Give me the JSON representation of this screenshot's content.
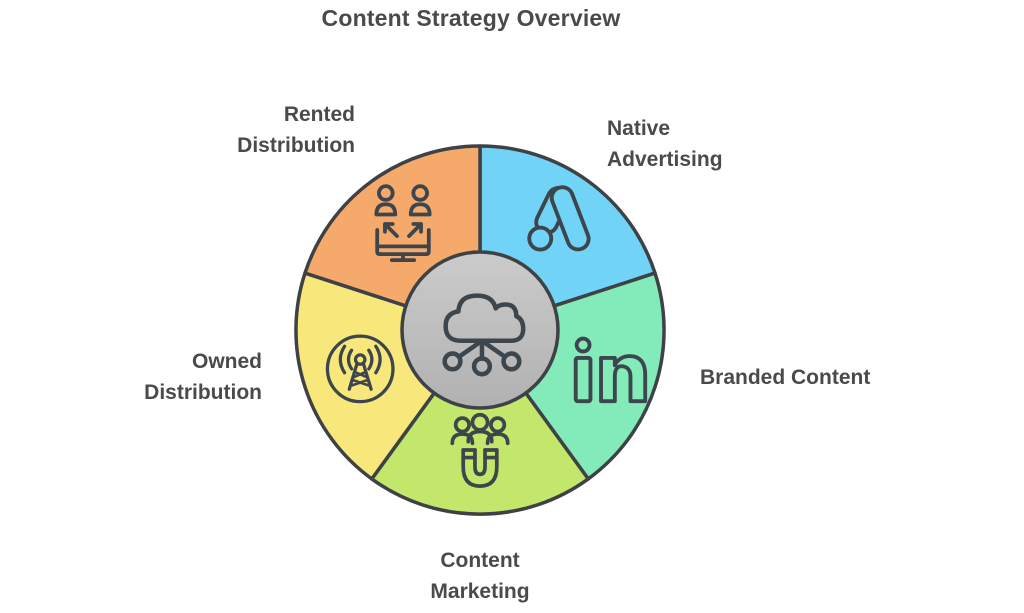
{
  "title": "Content Strategy Overview",
  "background_color": "#ffffff",
  "text_color": "#4a4a4a",
  "outline_color": "#3e4145",
  "icon_stroke_color": "#3d464c",
  "center": {
    "icon": "cloud-network-icon",
    "fill_top": "#cbcbcb",
    "fill_bottom": "#b1b1b1"
  },
  "segments": [
    {
      "label": "Native Advertising",
      "display": "Native\nAdvertising",
      "color": "#71d4f6",
      "icon": "google-ads-icon"
    },
    {
      "label": "Branded Content",
      "display": "Branded Content",
      "color": "#83eaba",
      "icon": "linkedin-icon"
    },
    {
      "label": "Content Marketing",
      "display": "Content\nMarketing",
      "color": "#c2e76a",
      "icon": "magnet-audience-icon"
    },
    {
      "label": "Owned Distribution",
      "display": "Owned\nDistribution",
      "color": "#f8e87b",
      "icon": "broadcast-tower-icon"
    },
    {
      "label": "Rented Distribution",
      "display": "Rented\nDistribution",
      "color": "#f5a96b",
      "icon": "audience-share-icon"
    }
  ]
}
